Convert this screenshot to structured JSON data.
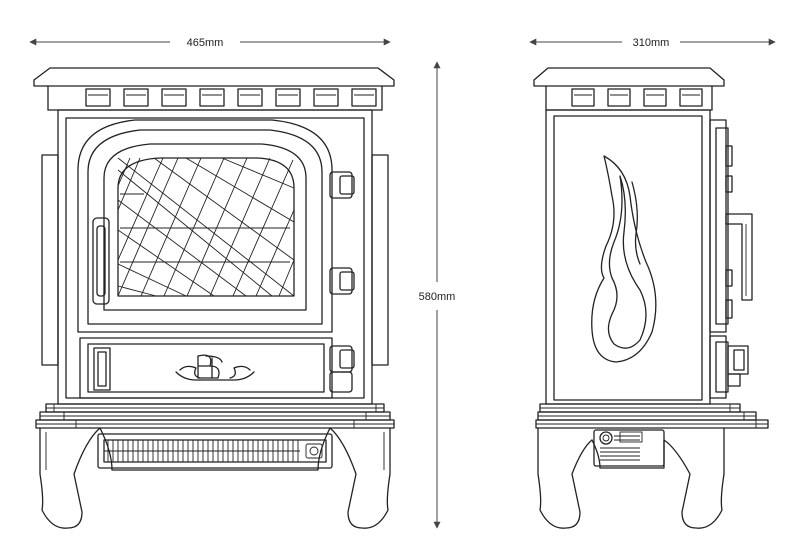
{
  "dimensions": {
    "width": "465mm",
    "depth": "310mm",
    "height": "580mm"
  }
}
